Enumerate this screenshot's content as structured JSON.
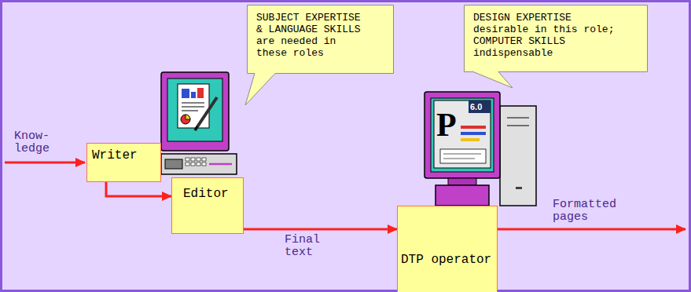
{
  "diagram": {
    "nodes": [
      {
        "text": [
          "Writer"
        ]
      },
      {
        "text": [
          "Editor"
        ]
      },
      {
        "text": [
          "SUBJECT EXPERTISE & LANGUAGE SKILLS are needed in these roles"
        ]
      },
      {
        "text": [
          "DTP operator"
        ]
      },
      {
        "text": [
          "DESIGN EXPERTISE desirable in this role; COMPUTER SKILLS indispensable"
        ]
      }
    ],
    "edges": [
      {
        "from": 0,
        "to": 1,
        "arrow": "to"
      },
      {
        "from": 1,
        "to": 3,
        "label": "Final text",
        "arrow": "to"
      }
    ],
    "labels": [
      "Know- ledge",
      "Formatted pages",
      "P",
      "6.0"
    ]
  }
}
